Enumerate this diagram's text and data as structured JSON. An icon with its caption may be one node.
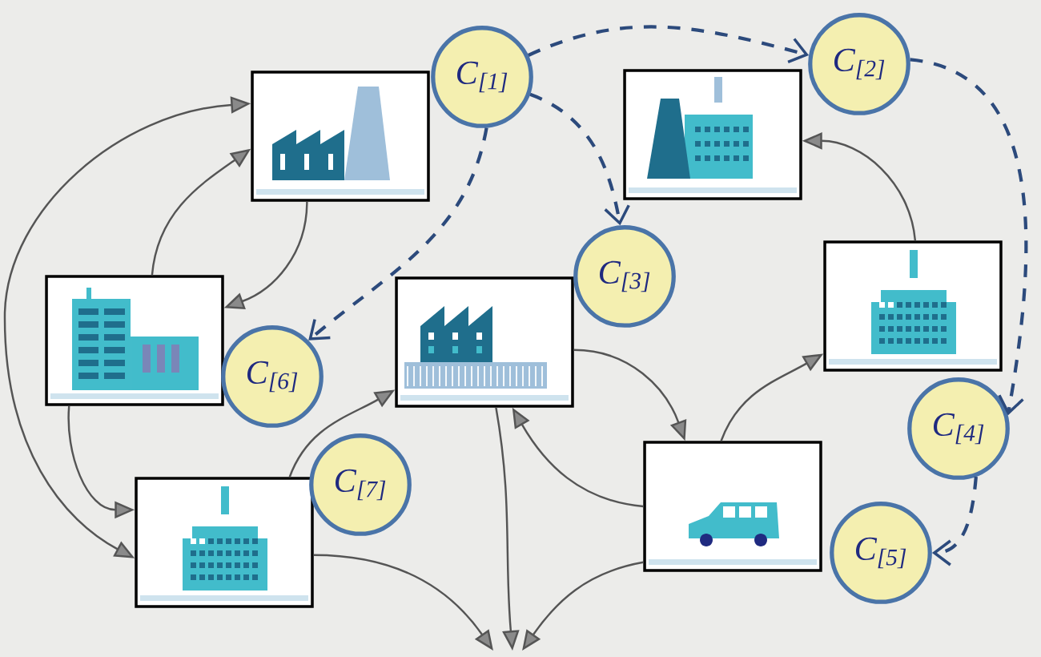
{
  "diagram": {
    "nodes": [
      {
        "text": [],
        "shape": "picture"
      },
      {
        "text": [
          "C$_{[1]}$"
        ]
      },
      {
        "text": [],
        "shape": "picture"
      },
      {
        "text": [
          "C$_{[2]}$"
        ]
      },
      {
        "text": [],
        "shape": "picture"
      },
      {
        "text": [],
        "shape": "picture"
      },
      {
        "text": [
          "C$_{[3]}$"
        ]
      },
      {
        "text": [],
        "shape": "picture"
      },
      {
        "text": [
          "C$_{[6]}$"
        ]
      },
      {
        "text": [],
        "shape": "picture"
      },
      {
        "text": [
          "C$_{[7]}$"
        ]
      },
      {
        "text": [],
        "shape": "picture"
      },
      {
        "text": [
          "C$_{[4]}$"
        ]
      },
      {
        "text": [
          "C$_{[5]}$"
        ]
      }
    ],
    "edges": [
      {
        "from": 0,
        "to": 9,
        "arrow": "both"
      },
      {
        "from": 4,
        "to": 0,
        "arrow": "to"
      },
      {
        "from": 0,
        "to": 4,
        "arrow": "to"
      },
      {
        "from": 4,
        "to": 9,
        "arrow": "to"
      },
      {
        "from": 9,
        "to": 5,
        "arrow": "to"
      },
      {
        "from": 5,
        "to": 11,
        "arrow": "to"
      },
      {
        "from": 11,
        "to": 7,
        "arrow": "to"
      },
      {
        "from": 7,
        "to": 2,
        "arrow": "to"
      },
      {
        "from": 11,
        "to": 5,
        "arrow": "to"
      },
      {
        "from": 5,
        "to": null,
        "arrow": "to"
      },
      {
        "from": 9,
        "to": null,
        "arrow": "to"
      },
      {
        "from": 11,
        "to": null,
        "arrow": "to"
      },
      {
        "from": 1,
        "to": 3,
        "arrow": "to",
        "style": "dashed",
        "color": "#2c4a7c"
      },
      {
        "from": 1,
        "to": 6,
        "arrow": "to",
        "style": "dashed",
        "color": "#2c4a7c"
      },
      {
        "from": 1,
        "to": 8,
        "arrow": "to",
        "style": "dashed",
        "color": "#2c4a7c"
      },
      {
        "from": 3,
        "to": 12,
        "arrow": "to",
        "style": "dashed",
        "color": "#2c4a7c"
      },
      {
        "from": 12,
        "to": 13,
        "arrow": "to",
        "style": "dashed",
        "color": "#2c4a7c"
      }
    ]
  }
}
